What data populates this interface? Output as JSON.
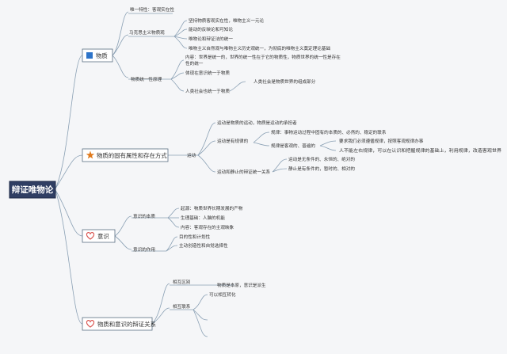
{
  "root": {
    "label": "辩证唯物论"
  },
  "branches": {
    "matter": {
      "label": "物质",
      "icon": "blue-square-icon",
      "items": {
        "unity": "唯一特性：客观实在性",
        "marxist": "马克思主义物质观",
        "marxist_1": "坚持物质客观实在性，唯物主义一元论",
        "marxist_2": "能动的反映论和可知论",
        "marxist_3": "唯物论和辩证法的统一",
        "marxist_4": "唯物主义自然观与唯物主义历史观统一，为彻底的唯物主义奠定理论基础",
        "world_unity": "物质统一性原理",
        "world_unity_1a": "内容：世界是统一的，世界的统一性在于它的物质性，物质世界的统一性是存在",
        "world_unity_1b": "性的统一",
        "world_unity_2": "体现在意识统一于物质",
        "world_unity_3": "人类社会也统一于物质",
        "world_unity_3_1": "人类社会是物质世界的组成部分"
      }
    },
    "motion": {
      "label": "物质的固有属性和存在方式",
      "icon": "orange-star-icon",
      "items": {
        "motion": "运动",
        "m1": "运动是物质的运动，物质是运动的承担者",
        "m2": "运动是有规律的",
        "m2_1": "规律：事物运动过程中固有的本质的、必然的、稳定的联系",
        "m2_2": "规律是客观的、普遍的",
        "m2_2_1": "要求我们必须遵循规律，按照客观规律办事",
        "m2_2_2": "人不能左右规律，可以在认识和把握规律的基础上，利用规律，改造客观世界",
        "m3": "运动和静止的辩证统一关系",
        "m3_1": "运动是无条件的、永恒的、绝对的",
        "m3_2": "静止是有条件的，暂时的、相对的"
      }
    },
    "consciousness": {
      "label": "意识",
      "icon": "heart-icon",
      "items": {
        "essence": "意识的本质",
        "e1": "起源：物质世界长期发展的产物",
        "e2": "生理基础：人脑的机能",
        "e3": "内容：客观存在的主观映象",
        "role": "意识的作用",
        "r1": "目的性和计划性",
        "r2": "主动创造性和自觉选择性"
      }
    },
    "relation": {
      "label": "物质和意识的辩证关系",
      "icon": "heart-icon",
      "items": {
        "diff": "相互区别",
        "d1": "物质是本原，意识是派生",
        "link": "相互联系",
        "l1": "可以相互转化"
      }
    }
  },
  "colors": {
    "background": "#f5f6f8",
    "root_fill": "#2f3e63",
    "line": "#8aa0b4",
    "matter_icon": "#2e74c9",
    "star_icon": "#e07a1c",
    "heart_icon": "#d9534f"
  }
}
